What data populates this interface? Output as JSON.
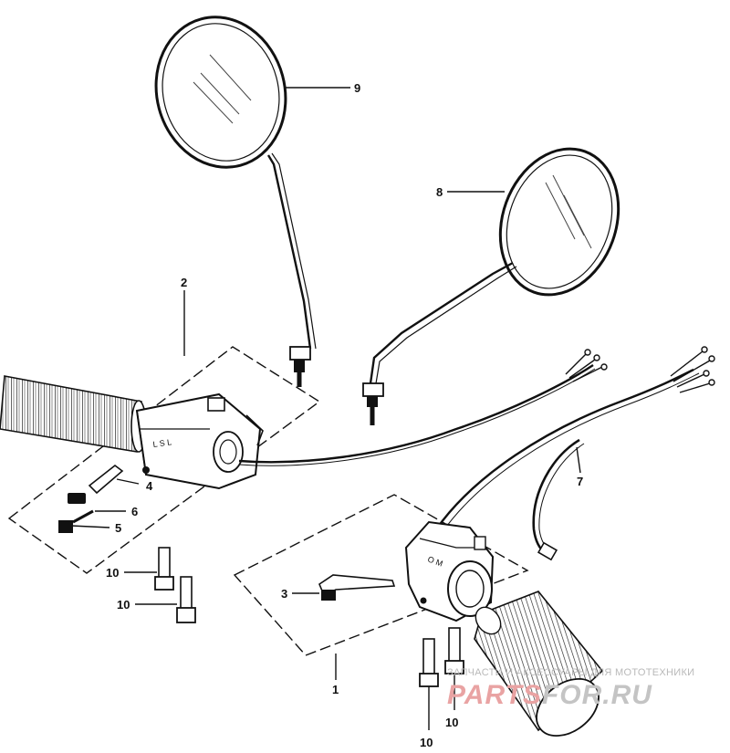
{
  "callouts": {
    "c1": "1",
    "c2": "2",
    "c3": "3",
    "c4": "4",
    "c5": "5",
    "c6": "6",
    "c7": "7",
    "c8": "8",
    "c9": "9",
    "c10a": "10",
    "c10b": "10",
    "c10c": "10",
    "c10d": "10"
  },
  "watermark": {
    "tagline": "ЗАПЧАСТИ И АКСЕССУАРЫ ДЛЯ МОТОТЕХНИКИ",
    "logo_part1": "PARTS",
    "logo_part2": "FOR.RU"
  },
  "colors": {
    "line": "#111111",
    "watermark_red": "#e9a3a3",
    "watermark_gray": "#c4c4c4"
  }
}
